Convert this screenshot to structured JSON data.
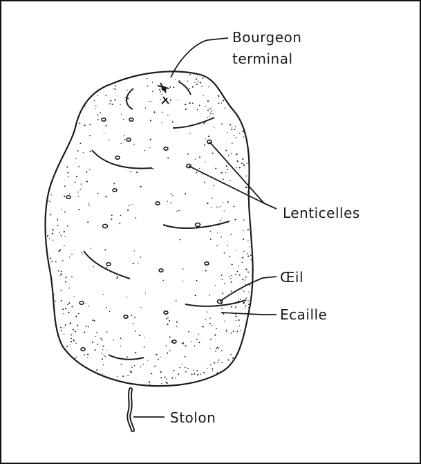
{
  "labels": {
    "bourgeon_line1": "Bourgeon",
    "bourgeon_line2": "terminal",
    "lenticelles": "Lenticelles",
    "oeil": "Œil",
    "ecaille": "Ecaille",
    "stolon": "Stolon"
  },
  "colors": {
    "ink": "#1a1a1a",
    "paper": "#ffffff",
    "border": "#111111"
  }
}
